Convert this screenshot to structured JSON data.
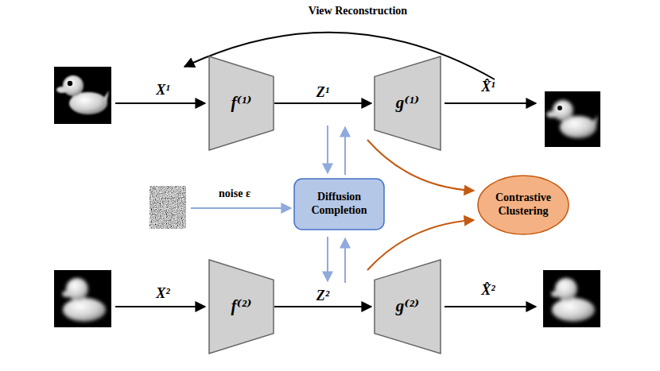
{
  "diagram": {
    "nodes": [
      {
        "text": [
          "f⁽¹⁾"
        ]
      },
      {
        "text": [
          "g⁽¹⁾"
        ]
      },
      {
        "text": [
          "Diffusion Completion"
        ]
      },
      {
        "text": [
          "Contrastive Clustering"
        ]
      },
      {
        "text": [
          "f⁽²⁾"
        ]
      },
      {
        "text": [
          "g⁽²⁾"
        ]
      }
    ],
    "edges": [
      {
        "from": 0,
        "to": 1,
        "label": "Z¹",
        "arrow": "to"
      },
      {
        "from": 4,
        "to": 5,
        "label": "Z²",
        "arrow": "to"
      }
    ],
    "labels": [
      "View Reconstruction",
      "X¹",
      "X̂¹",
      "noise ε",
      "X²",
      "X̂²"
    ]
  }
}
